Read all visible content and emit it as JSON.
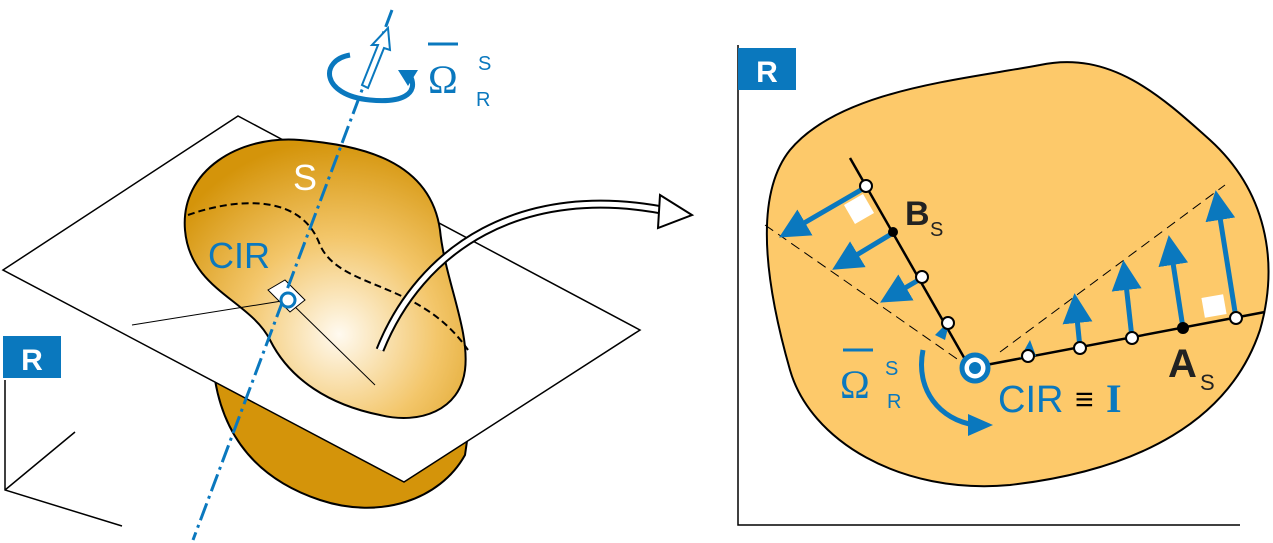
{
  "left": {
    "frame_label": "R",
    "body_label": "S",
    "cir_label": "CIR",
    "omega": {
      "symbol": "Ω",
      "sup": "S",
      "sub": "R"
    }
  },
  "right": {
    "frame_label": "R",
    "point_b": {
      "main": "B",
      "sub": "S"
    },
    "point_a": {
      "main": "A",
      "sub": "S"
    },
    "omega": {
      "symbol": "Ω",
      "sup": "S",
      "sub": "R"
    },
    "cir": {
      "label": "CIR",
      "equiv": "≡",
      "i": "I"
    }
  },
  "colors": {
    "blue": "#0a78be",
    "body": "#fdc96a",
    "body_dark": "#d4940a"
  }
}
